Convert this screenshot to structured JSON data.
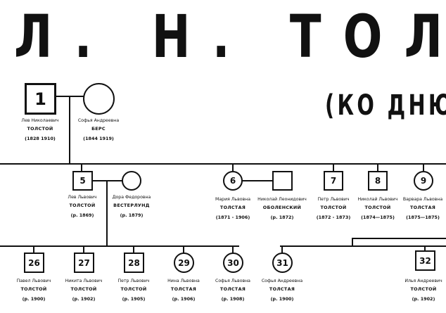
{
  "header": {
    "title": "Л. Н. ТОЛ",
    "subtitle": "(КО ДНЮ"
  },
  "people": {
    "p1": {
      "number": "1",
      "name": "Лев Николаевич",
      "surname": "ТОЛСТОЙ",
      "years": "(1828 1910)"
    },
    "wife": {
      "number": "",
      "name": "Софья Андреевна",
      "surname": "БЕРС",
      "years": "(1844 1919)"
    },
    "p5": {
      "number": "5",
      "name": "Лев Львович",
      "surname": "ТОЛСТОЙ",
      "years": "(р. 1869)"
    },
    "p5wife": {
      "number": "",
      "name": "Дора Федоровна",
      "surname": "ВЕСТЕРЛУНД",
      "years": "(р. 1879)"
    },
    "p6": {
      "number": "6",
      "name": "Мария Львовна",
      "surname": "ТОЛСТАЯ",
      "years": "(1871 - 1906)"
    },
    "p6husband": {
      "number": "",
      "name": "Николай Леонидович",
      "surname": "ОБОЛЕНСКИЙ",
      "years": "(р. 1872)"
    },
    "p7": {
      "number": "7",
      "name": "Петр Львович",
      "surname": "ТОЛСТОЙ",
      "years": "(1872 - 1873)"
    },
    "p8": {
      "number": "8",
      "name": "Николай Львович",
      "surname": "ТОЛСТОЙ",
      "years": "(1874—1875)"
    },
    "p9": {
      "number": "9",
      "name": "Варвара Львовна",
      "surname": "ТОЛСТАЯ",
      "years": "(1875—1875)"
    },
    "p26": {
      "number": "26",
      "name": "Павел Львович",
      "surname": "ТОЛСТОЙ",
      "years": "(р. 1900)"
    },
    "p27": {
      "number": "27",
      "name": "Никита Львович",
      "surname": "ТОЛСТОЙ",
      "years": "(р. 1902)"
    },
    "p28": {
      "number": "28",
      "name": "Петр Львович",
      "surname": "ТОЛСТОЙ",
      "years": "(р. 1905)"
    },
    "p29": {
      "number": "29",
      "name": "Нина Львовна",
      "surname": "ТОЛСТАЯ",
      "years": "(р. 1906)"
    },
    "p30": {
      "number": "30",
      "name": "Софья Львовна",
      "surname": "ТОЛСТАЯ",
      "years": "(р. 1908)"
    },
    "p31": {
      "number": "31",
      "name": "Софья Андреевна",
      "surname": "ТОЛСТАЯ",
      "years": "(р. 1900)"
    },
    "p32": {
      "number": "32",
      "name": "Илья Андреевич",
      "surname": "ТОЛСТОЙ",
      "years": "(р. 1902)"
    }
  }
}
